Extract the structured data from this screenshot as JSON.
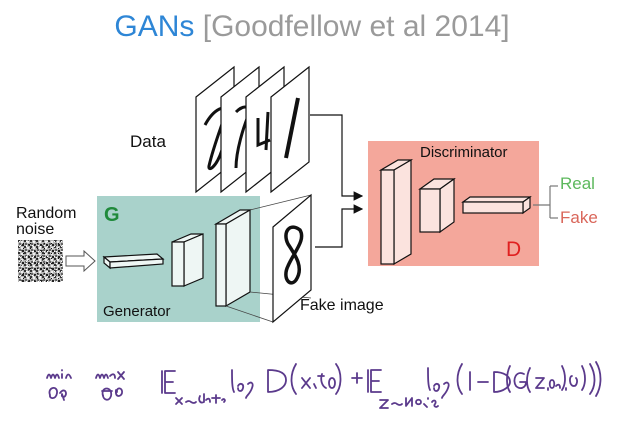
{
  "title": {
    "main": "GANs",
    "citation": "[Goodfellow et al 2014]"
  },
  "labels": {
    "data": "Data",
    "random_noise_line1": "Random",
    "random_noise_line2": "noise",
    "generator_letter": "G",
    "generator": "Generator",
    "fake_image": "Fake image",
    "discriminator": "Discriminator",
    "discriminator_letter": "D",
    "real": "Real",
    "fake": "Fake"
  },
  "colors": {
    "title_blue": "#2e86d6",
    "citation_gray": "#9a9a9a",
    "generator_bg": "#a9d2cb",
    "discriminator_bg": "#f4a79b",
    "real_green": "#5cb85c",
    "fake_red": "#d9665a",
    "handwriting_purple": "#5b3a8c"
  },
  "equation_handwritten": "min_{θG} max_{θD} E_{x~Data} log D(x;θD) + E_{z~Noise} log(1 − D(G(z;θG);θD))"
}
